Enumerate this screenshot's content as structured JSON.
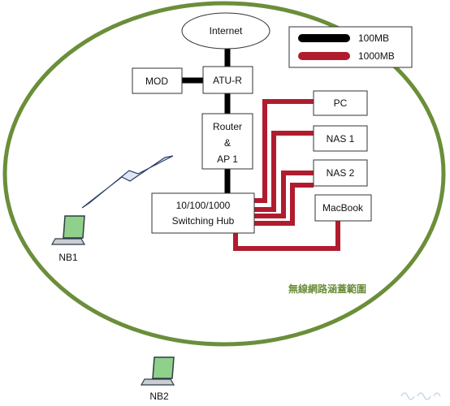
{
  "colors": {
    "coverage_border": "#6b8e3a",
    "cable_100": "#000000",
    "cable_1000": "#b01c2e",
    "wireless": "#2c3e6b",
    "laptop_screen": "#8fd18a"
  },
  "nodes": {
    "internet": "Internet",
    "mod": "MOD",
    "atu": "ATU-R",
    "router_line1": "Router",
    "router_line2": "&",
    "router_line3": "AP 1",
    "hub_line1": "10/100/1000",
    "hub_line2": "Switching Hub",
    "pc": "PC",
    "nas1": "NAS 1",
    "nas2": "NAS 2",
    "macbook": "MacBook"
  },
  "legend": {
    "item1": "100MB",
    "item2": "1000MB"
  },
  "laptops": {
    "nb1": "NB1",
    "nb2": "NB2"
  },
  "coverage_label": "無線網路涵蓋範圍"
}
